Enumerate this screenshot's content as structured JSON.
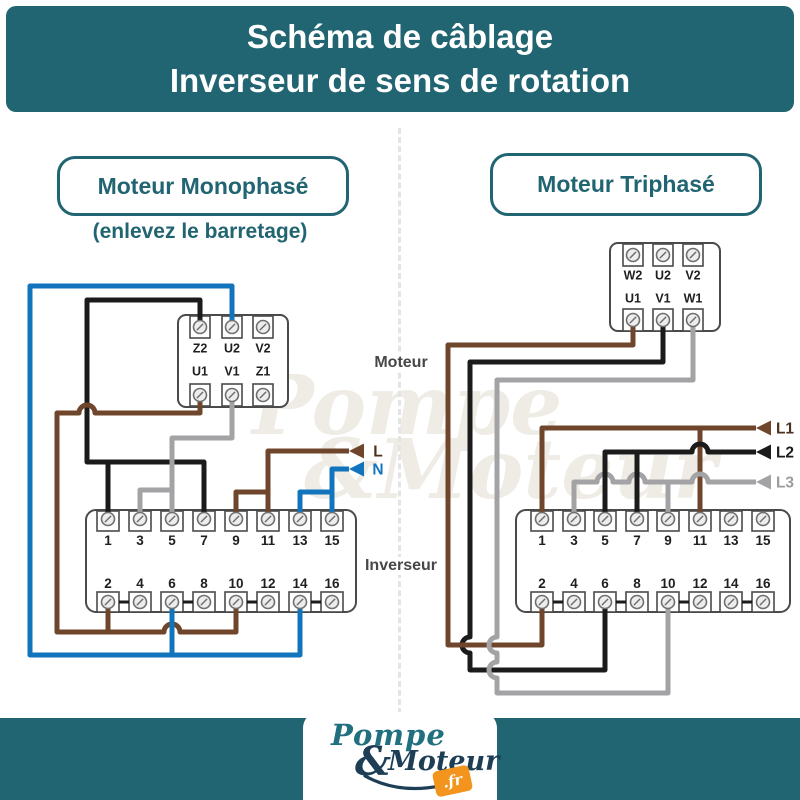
{
  "header": {
    "line1": "Schéma de câblage",
    "line2": "Inverseur de sens de rotation"
  },
  "left": {
    "title": "Moteur Monophasé",
    "note": "(enlevez le barretage)",
    "motor_top": [
      "Z2",
      "U2",
      "V2"
    ],
    "motor_bottom": [
      "U1",
      "V1",
      "Z1"
    ],
    "inverter_top": [
      "1",
      "3",
      "5",
      "7",
      "9",
      "11",
      "13",
      "15"
    ],
    "inverter_bottom": [
      "2",
      "4",
      "6",
      "8",
      "10",
      "12",
      "14",
      "16"
    ],
    "supplies": [
      {
        "label": "L",
        "wire": "brown"
      },
      {
        "label": "N",
        "wire": "blue"
      }
    ]
  },
  "right": {
    "title": "Moteur Triphasé",
    "motor_top": [
      "W2",
      "U2",
      "V2"
    ],
    "motor_bottom": [
      "U1",
      "V1",
      "W1"
    ],
    "inverter_top": [
      "1",
      "3",
      "5",
      "7",
      "9",
      "11",
      "13",
      "15"
    ],
    "inverter_bottom": [
      "2",
      "4",
      "6",
      "8",
      "10",
      "12",
      "14",
      "16"
    ],
    "supplies": [
      {
        "label": "L1",
        "wire": "brown"
      },
      {
        "label": "L2",
        "wire": "black"
      },
      {
        "label": "L3",
        "wire": "gray"
      }
    ]
  },
  "annotations": {
    "motor": "Moteur",
    "inverter": "Inverseur"
  },
  "watermark": {
    "word1": "Pompe",
    "word2": "&Moteur"
  },
  "footer": {
    "brand_line1": "Pompe",
    "brand_amp": "&",
    "brand_line2": "Moteur",
    "brand_tld": ".fr"
  },
  "colors": {
    "teal": "#226572",
    "wire_brown": "#6f462c",
    "wire_blue": "#1274bc",
    "wire_gray": "#a3a3a5",
    "wire_black": "#1b1b1b",
    "label_brown": "#4c3120",
    "gray_label": "#9c9c9c",
    "outline": "#4a4a4a",
    "screw": "#6f6f6f",
    "text_dark": "#1f1f1f",
    "logo_navy": "#1d3e55",
    "logo_teal": "#20707f",
    "orange": "#f2941e",
    "annotation": "#474747",
    "watermark": "#efece5"
  }
}
